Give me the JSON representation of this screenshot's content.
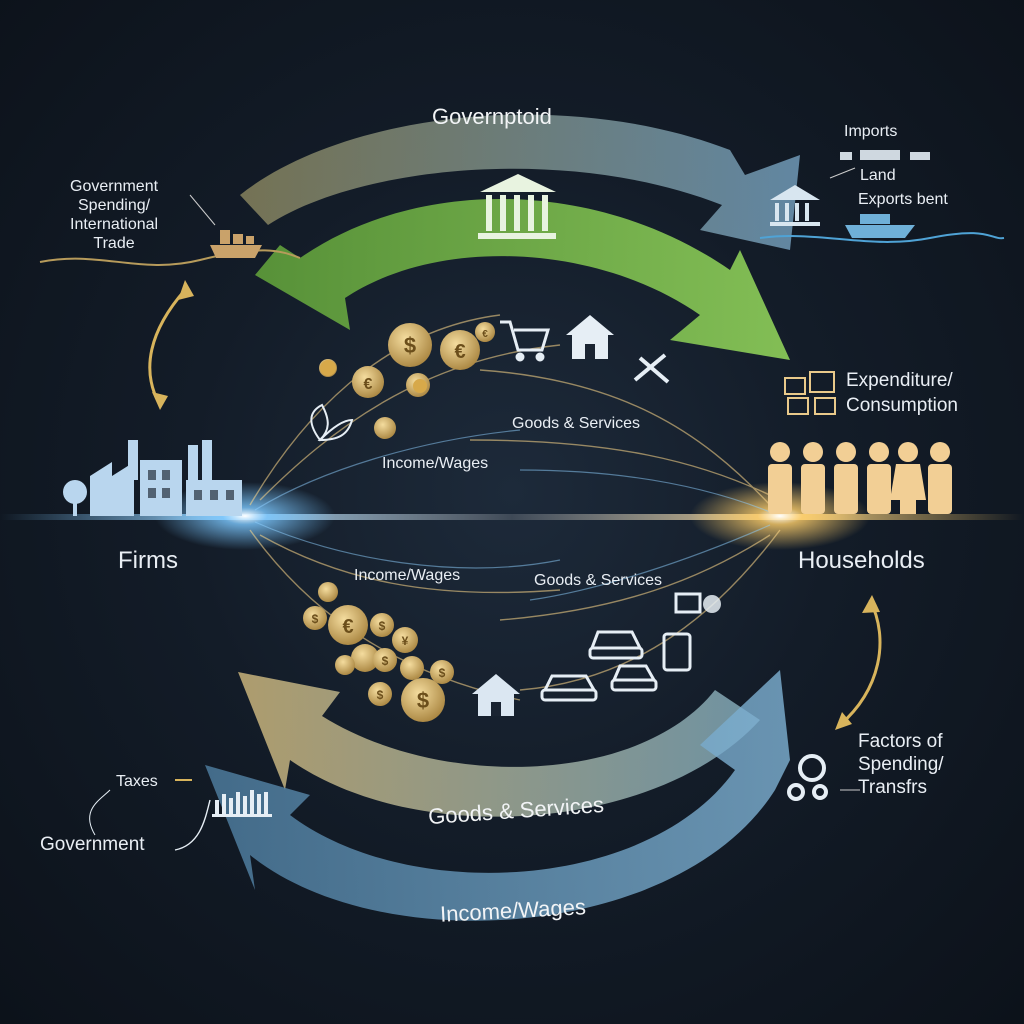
{
  "title": "",
  "arrow_labels": {
    "top_outer": "Governptoid",
    "bottom_inner": "Goods & Services",
    "bottom_outer": "Income/Wages"
  },
  "flow_labels": {
    "upper_goods": "Goods & Services",
    "upper_income": "Income/Wages",
    "lower_income": "Income/Wages",
    "lower_goods": "Goods & Services"
  },
  "nodes": {
    "firms": "Firms",
    "households": "Households",
    "government": "Government"
  },
  "callouts": {
    "top_left": [
      "Government",
      "Spending/",
      "International",
      "Trade"
    ],
    "top_right": [
      "Imports",
      "Land",
      "Exports bent"
    ],
    "expenditure": [
      "Expenditure/",
      "Consumption"
    ],
    "taxes": "Taxes",
    "factors": [
      "Factors of",
      "Spending/",
      "Transfrs"
    ]
  },
  "colors": {
    "green_arrow": "#7fc24f",
    "gold_arrow": "#c9b37a",
    "blue_arrow": "#6a9cbf",
    "glow_left": "#7cc8ff",
    "glow_right": "#ffcf6a",
    "coin": "#c8a45c"
  },
  "icons": [
    "factory-icon",
    "bank-icon",
    "people-icon",
    "coin-icon",
    "cart-icon",
    "house-icon",
    "car-icon",
    "tablet-icon",
    "computer-icon",
    "ship-icon",
    "gear-icon",
    "leaf-icon",
    "tools-icon"
  ]
}
